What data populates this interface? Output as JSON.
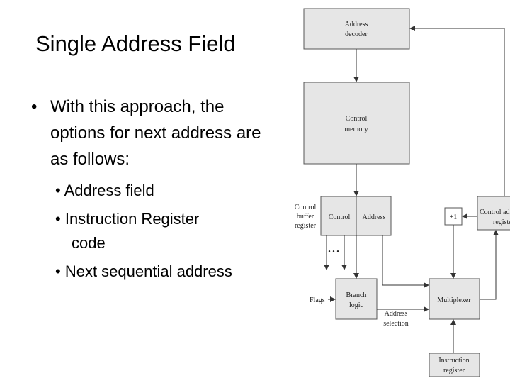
{
  "slide": {
    "title": "Single Address Field",
    "bullet_marker": "•",
    "bullet": "With this approach, the options for next address are as follows:",
    "sub_bullets": [
      "Address field",
      "Instruction Register",
      "code",
      "Next sequential address"
    ]
  },
  "diagram": {
    "address_decoder": [
      "Address",
      "decoder"
    ],
    "control_memory": [
      "Control",
      "memory"
    ],
    "control_buffer_register": [
      "Control",
      "buffer",
      "register"
    ],
    "control_field": "Control",
    "address_field": "Address",
    "ellipsis": "• • •",
    "increment": "+1",
    "control_address_register": [
      "Control ad",
      "registe"
    ],
    "flags": "Flags",
    "branch_logic": [
      "Branch",
      "logic"
    ],
    "multiplexer": "Multiplexer",
    "address_selection": [
      "Address",
      "selection"
    ],
    "instruction_register": [
      "Instruction",
      "register"
    ]
  },
  "colors": {
    "box_fill": "#e6e6e6",
    "line": "#333333"
  }
}
